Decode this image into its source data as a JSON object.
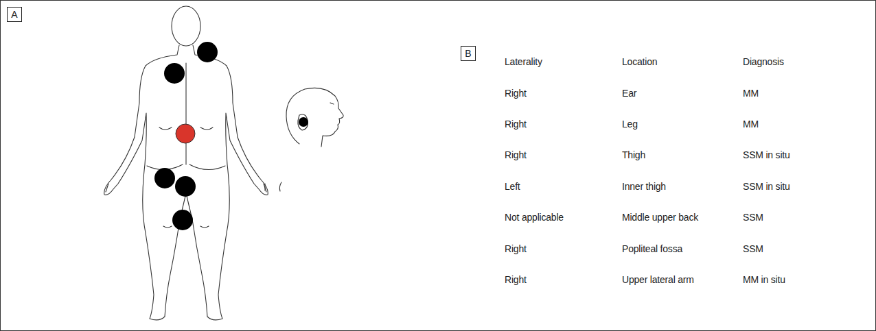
{
  "diagram": {
    "nodes": [
      {
        "text": [
          "A"
        ]
      },
      {
        "text": [
          "B"
        ]
      }
    ],
    "labels": [
      "Laterality",
      "Location",
      "Diagnosis",
      "Right",
      "Ear",
      "MM",
      "Right",
      "Leg",
      "MM",
      "Right",
      "Thigh",
      "SSM in situ",
      "Left",
      "Inner thigh",
      "SSM in situ",
      "Not applicable",
      "Middle upper back",
      "SSM",
      "Right",
      "Popliteal fossa",
      "SSM",
      "Right",
      "Upper lateral arm",
      "MM in situ"
    ]
  }
}
